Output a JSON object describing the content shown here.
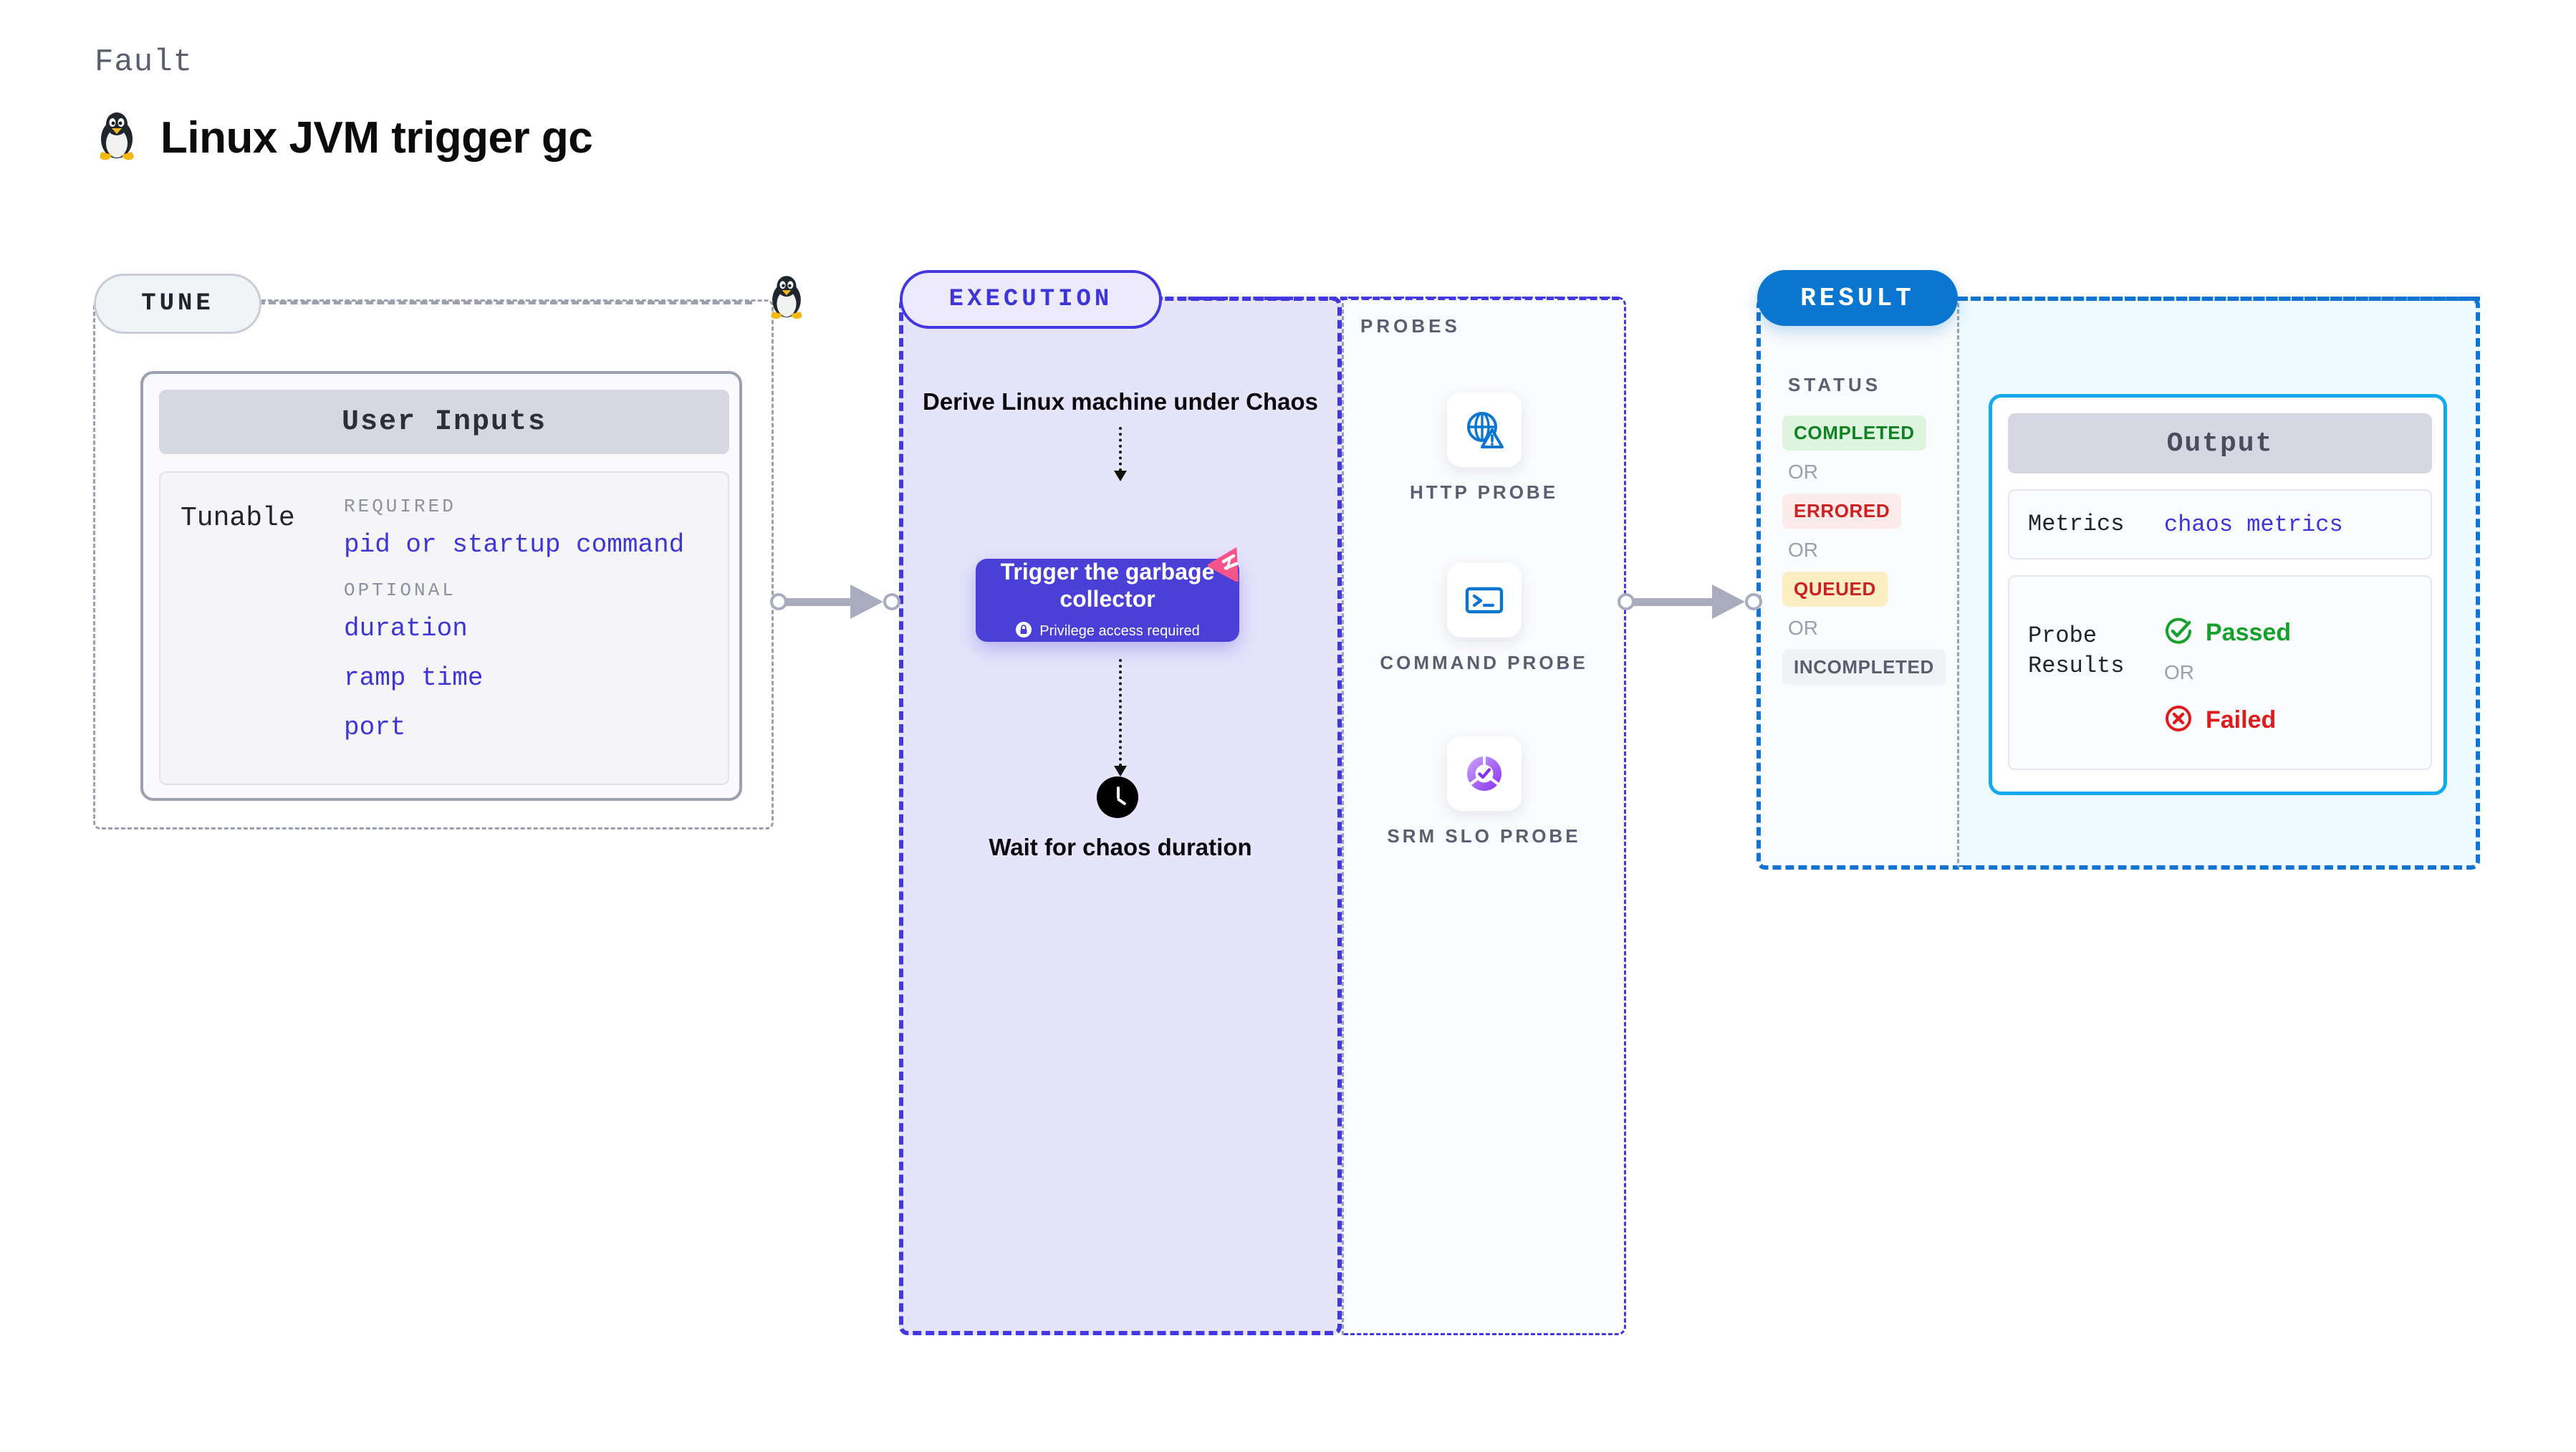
{
  "header": {
    "kicker": "Fault",
    "title": "Linux JVM trigger gc",
    "icon": "tux-penguin-icon"
  },
  "tune": {
    "badge": "TUNE",
    "card_title": "User Inputs",
    "tunable_label": "Tunable",
    "groups": [
      {
        "label": "REQUIRED",
        "items": [
          "pid or startup command"
        ]
      },
      {
        "label": "OPTIONAL",
        "items": [
          "duration",
          "ramp time",
          "port"
        ]
      }
    ],
    "edge_icon": "tux-penguin-icon"
  },
  "execution": {
    "badge": "EXECUTION",
    "step_1": "Derive Linux machine under Chaos",
    "action_card": {
      "title": "Trigger the garbage collector",
      "note": "Privilege access required",
      "note_icon": "lock-icon",
      "corner_icon": "litmus-logo-icon",
      "bg_color": "#4a3fd6"
    },
    "step_3": "Wait for chaos duration",
    "step_3_icon": "clock-icon"
  },
  "probes": {
    "label": "PROBES",
    "items": [
      {
        "name": "HTTP PROBE",
        "icon": "globe-warning-icon"
      },
      {
        "name": "COMMAND PROBE",
        "icon": "terminal-icon"
      },
      {
        "name": "SRM SLO PROBE",
        "icon": "slo-donut-check-icon"
      }
    ]
  },
  "result": {
    "badge": "RESULT",
    "status_label": "STATUS",
    "or_text": "OR",
    "statuses": [
      {
        "text": "COMPLETED",
        "bg": "#ddf5de",
        "fg": "#118121"
      },
      {
        "text": "ERRORED",
        "bg": "#fdeaea",
        "fg": "#cc2121"
      },
      {
        "text": "QUEUED",
        "bg": "#fdeec2",
        "fg": "#cc2121"
      },
      {
        "text": "INCOMPLETED",
        "bg": "#f1f2f6",
        "fg": "#5a5f70"
      }
    ],
    "output": {
      "title": "Output",
      "metrics_key": "Metrics",
      "metrics_value": "chaos metrics",
      "probe_key": "Probe Results",
      "passed": "Passed",
      "passed_icon": "check-circle-icon",
      "or_text": "OR",
      "failed": "Failed",
      "failed_icon": "x-circle-icon"
    }
  },
  "connectors": {
    "arrow_1": "tune-to-execution-arrow",
    "arrow_2": "probes-to-result-arrow"
  }
}
